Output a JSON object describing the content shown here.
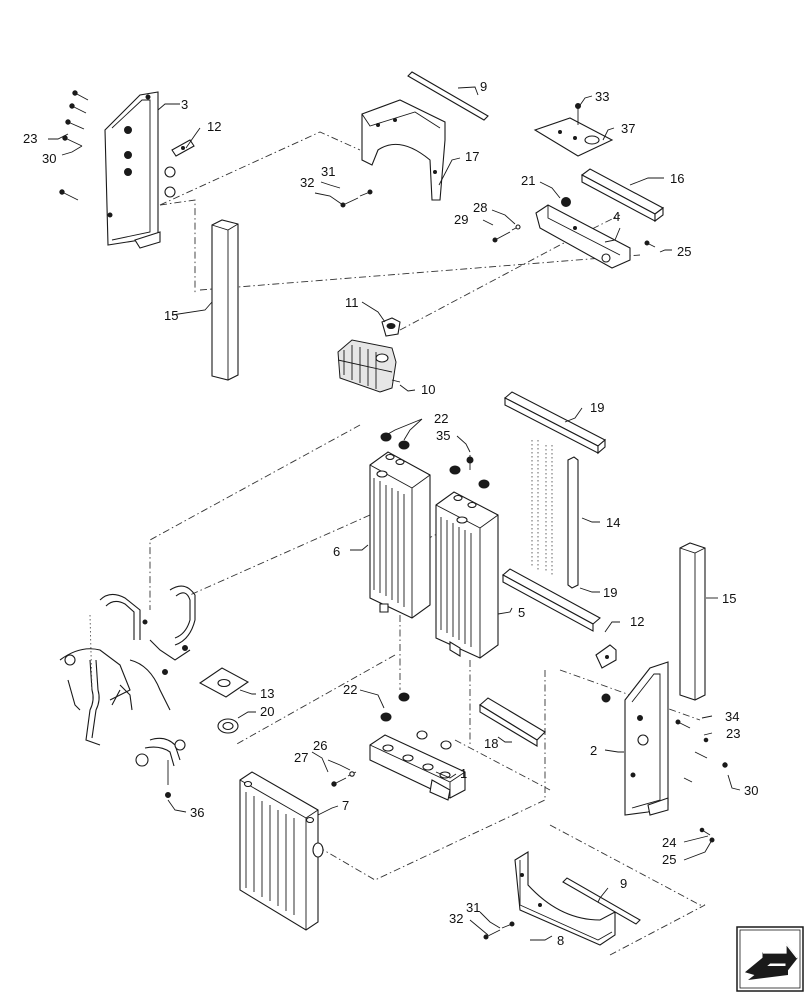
{
  "callouts": {
    "c1": "1",
    "c2": "2",
    "c3": "3",
    "c4": "4",
    "c5": "5",
    "c6": "6",
    "c7": "7",
    "c8": "8",
    "c9a": "9",
    "c9b": "9",
    "c10": "10",
    "c11": "11",
    "c12a": "12",
    "c12b": "12",
    "c13": "13",
    "c14": "14",
    "c15a": "15",
    "c15b": "15",
    "c16": "16",
    "c17": "17",
    "c18": "18",
    "c19a": "19",
    "c19b": "19",
    "c20": "20",
    "c21": "21",
    "c22a": "22",
    "c22b": "22",
    "c23a": "23",
    "c23b": "23",
    "c24": "24",
    "c25a": "25",
    "c25b": "25",
    "c26": "26",
    "c27": "27",
    "c28": "28",
    "c29": "29",
    "c30a": "30",
    "c30b": "30",
    "c31a": "31",
    "c31b": "31",
    "c32a": "32",
    "c32b": "32",
    "c33": "33",
    "c34": "34",
    "c35": "35",
    "c36": "36",
    "c37": "37"
  },
  "nav_icon": "next-page-arrow-icon",
  "colors": {
    "ink": "#1a1a1a",
    "paper": "#ffffff"
  }
}
